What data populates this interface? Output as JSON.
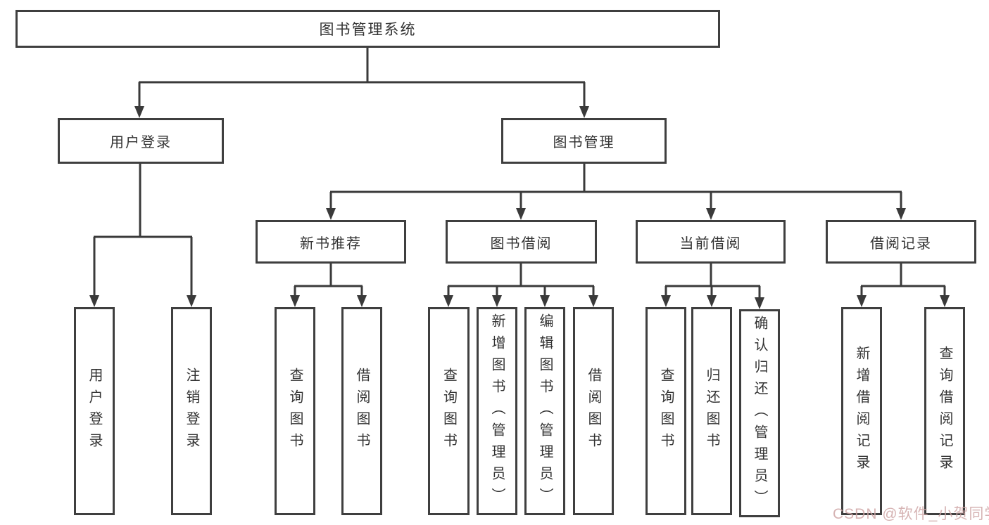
{
  "diagram_title": "图书管理系统",
  "nodes": {
    "root": {
      "label": "图书管理系统"
    },
    "user_login": {
      "label": "用户登录"
    },
    "book_mgmt": {
      "label": "图书管理"
    },
    "new_books": {
      "label": "新书推荐"
    },
    "book_borrow": {
      "label": "图书借阅"
    },
    "current_borrow": {
      "label": "当前借阅"
    },
    "borrow_records": {
      "label": "借阅记录"
    },
    "ul_login": {
      "label": "用户登录"
    },
    "ul_logout": {
      "label": "注销登录"
    },
    "nb_query": {
      "label": "查询图书"
    },
    "nb_borrow": {
      "label": "借阅图书"
    },
    "bb_query": {
      "label": "查询图书"
    },
    "bb_add": {
      "label": "新增图书（管理员）"
    },
    "bb_edit": {
      "label": "编辑图书（管理员）"
    },
    "bb_borrow": {
      "label": "借阅图书"
    },
    "cb_query": {
      "label": "查询图书"
    },
    "cb_return": {
      "label": "归还图书"
    },
    "cb_confirm": {
      "label": "确认归还（管理员）"
    },
    "br_add": {
      "label": "新增借阅记录"
    },
    "br_query": {
      "label": "查询借阅记录"
    }
  },
  "watermark": {
    "text": "CSDN @软件_小贺同学"
  },
  "colors": {
    "line": "#3a3a3a",
    "border": "#3f3f3f",
    "text": "#333333",
    "watermark": "#cfa6a6"
  }
}
